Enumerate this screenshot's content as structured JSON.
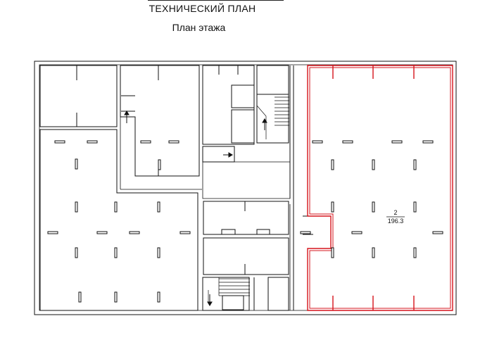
{
  "header": {
    "title": "ТЕХНИЧЕСКИЙ ПЛАН",
    "subtitle": "План этажа"
  },
  "plan": {
    "highlighted_room": {
      "number": "2",
      "area": "196.3",
      "outline_color": "#d6131b"
    },
    "line_color": "#111111",
    "icons": [
      "staircase-icon",
      "direction-arrow-icon"
    ]
  }
}
